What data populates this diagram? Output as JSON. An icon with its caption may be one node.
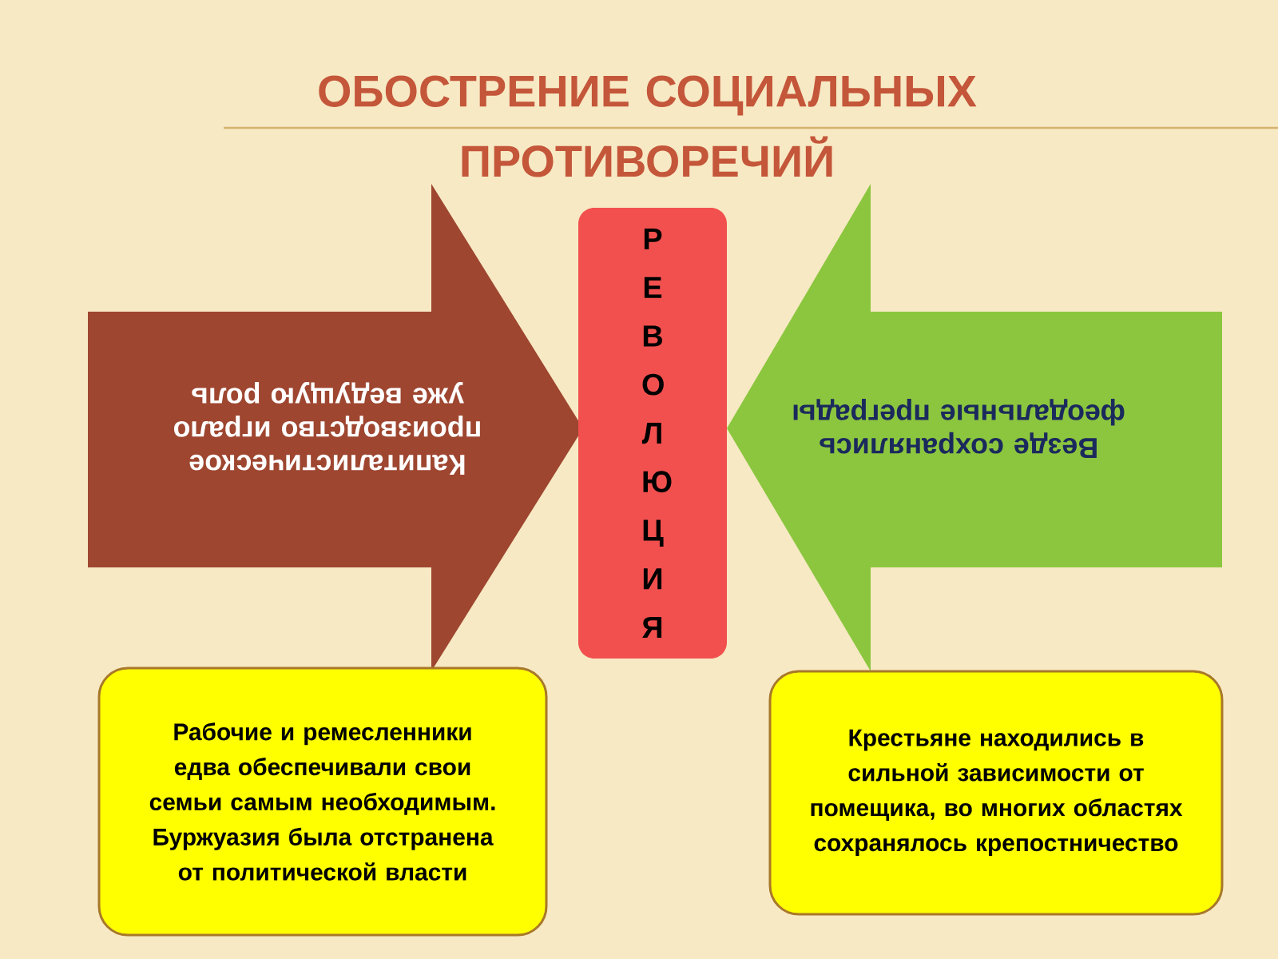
{
  "diagram": {
    "title": "ОБОСТРЕНИЕ СОЦИАЛЬНЫХ ПРОТИВОРЕЧИЙ",
    "nodes": [
      {
        "text": [
          "Капиталистическое производство играло уже ведущую роль"
        ]
      },
      {
        "text": [
          "РЕВОЛЮЦИЯ"
        ]
      },
      {
        "text": [
          "Везде сохранялись феодальные преграды"
        ]
      },
      {
        "text": [
          "Рабочие и ремесленники едва обеспечивали свои семьи самым необходимым. Буржуазия была отстранена от политической власти"
        ]
      },
      {
        "text": [
          "Крестьяне находились в сильной зависимости от помещика, во многих областях сохранялось крепостничество"
        ]
      }
    ]
  }
}
